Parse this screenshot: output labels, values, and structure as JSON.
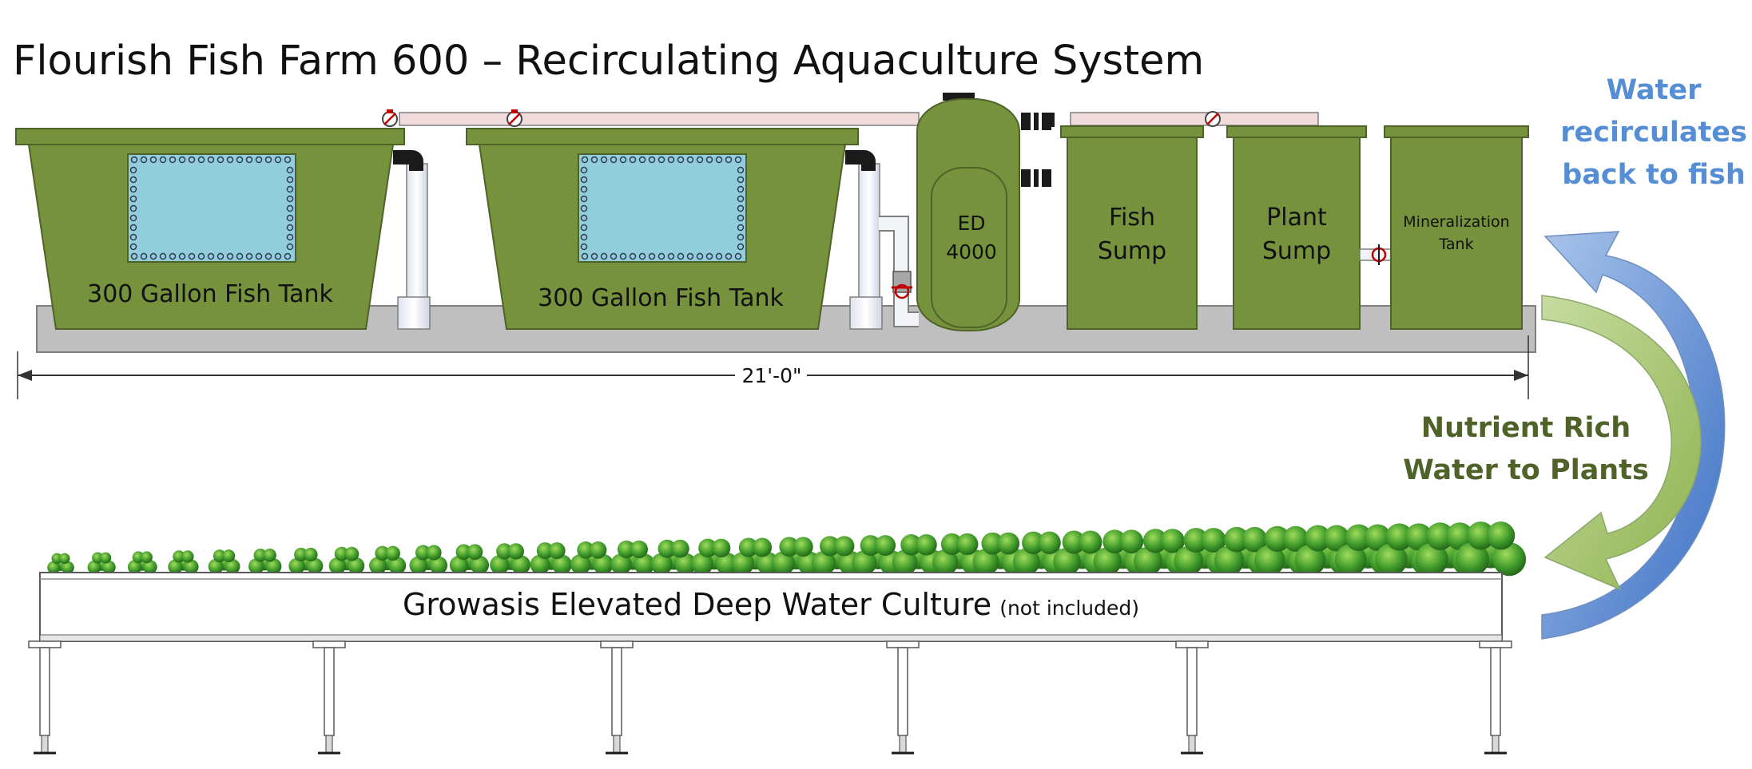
{
  "title": "Flourish Fish Farm 600 – Recirculating Aquaculture System",
  "tanks": [
    {
      "label": "300 Gallon Fish Tank"
    },
    {
      "label": "300 Gallon Fish Tank"
    }
  ],
  "filter": {
    "line1": "ED",
    "line2": "4000"
  },
  "fish_sump": {
    "line1": "Fish",
    "line2": "Sump"
  },
  "plant_sump": {
    "line1": "Plant",
    "line2": "Sump"
  },
  "mineralization": {
    "line1": "Mineralization",
    "line2": "Tank"
  },
  "dimension": "21'-0\"",
  "flow_back": {
    "line1": "Water",
    "line2": "recirculates",
    "line3": "back to fish"
  },
  "flow_plants": {
    "line1": "Nutrient Rich",
    "line2": "Water to Plants"
  },
  "dwc": {
    "main": "Growasis Elevated Deep Water Culture",
    "note": "(not included)"
  },
  "colors": {
    "tank_green": "#77923c",
    "tank_dark": "#4f6228",
    "window_blue": "#92cddc",
    "base_gray": "#bfbfbf",
    "blue_arrow": "#4f81bd",
    "blue_text": "#558ed5",
    "green_arrow": "#9bbb59",
    "green_text": "#4f6228"
  }
}
